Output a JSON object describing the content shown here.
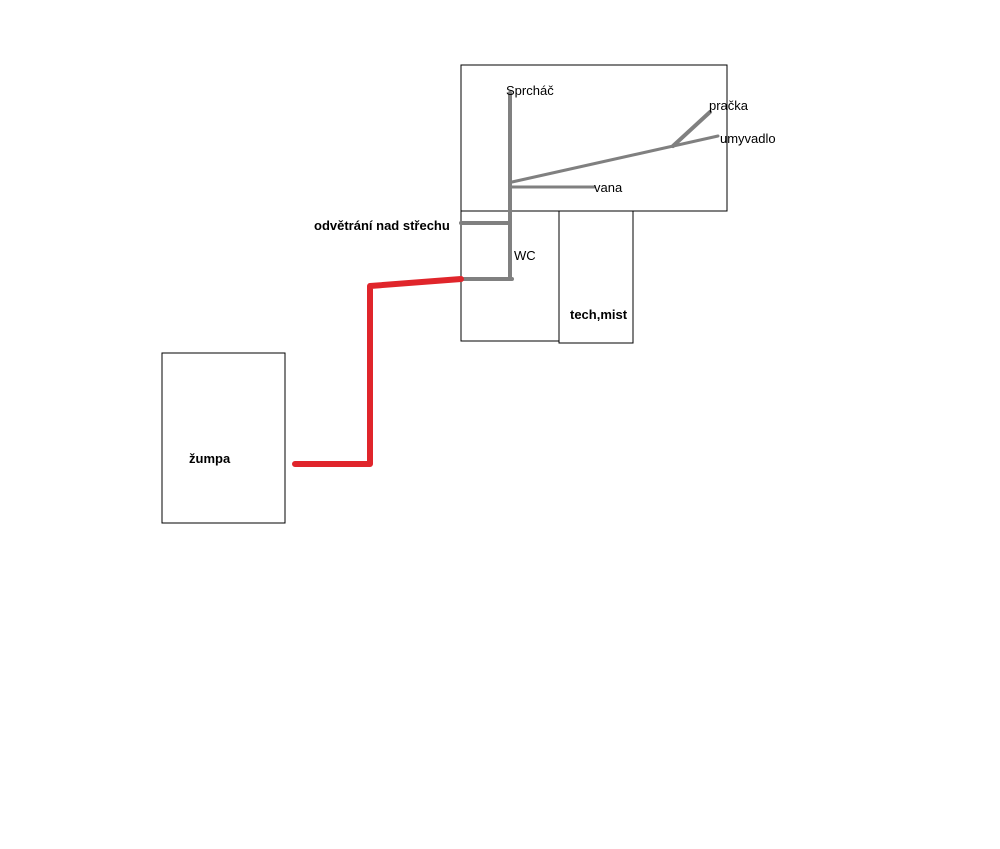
{
  "labels": {
    "sprchac": "Sprcháč",
    "pracka": "pračka",
    "umyvadlo": "umyvadlo",
    "vana": "vana",
    "odvetrani": "odvětrání nad střechu",
    "wc": "WC",
    "tech_mist": "tech,mist",
    "zumpa": "žumpa"
  },
  "colors": {
    "drain_pipe": "#808080",
    "main_sewer_pipe": "#e0252b",
    "walls": "#000000",
    "background": "#ffffff"
  }
}
